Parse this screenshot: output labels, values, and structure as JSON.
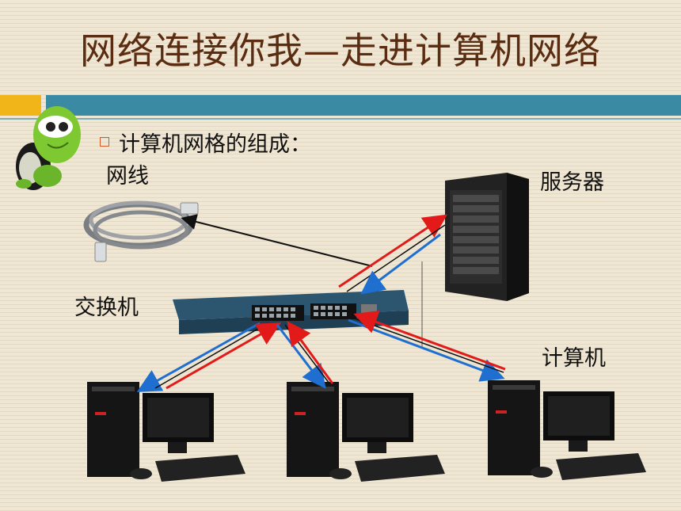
{
  "slide": {
    "title": "网络连接你我—走进计算机网络",
    "bullet": "计算机网格的组成：",
    "labels": {
      "cable": "网线",
      "server": "服务器",
      "switch": "交换机",
      "computer": "计算机"
    }
  },
  "colors": {
    "title": "#5a2d12",
    "accent_orange": "#f2b519",
    "accent_teal": "#3a8aa3",
    "link_red": "#e21a1a",
    "link_blue": "#1f6fd0",
    "link_black": "#111111"
  }
}
